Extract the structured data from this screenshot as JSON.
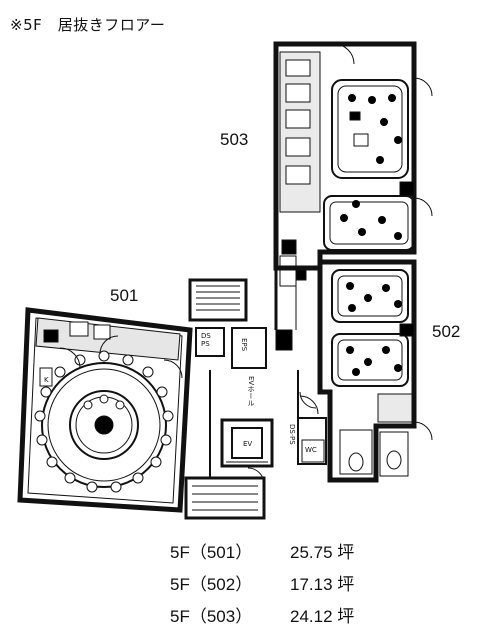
{
  "heading": "※5F　居抜きフロアー",
  "units": {
    "u501": "501",
    "u502": "502",
    "u503": "503"
  },
  "room_labels": {
    "ev": "EV",
    "ev_hall": "EVホール",
    "eps": "EPS",
    "ds_ps_left": "DS PS",
    "ds_ps_right": "DS·PS",
    "wc": "WC"
  },
  "areas": [
    {
      "code": "5F（501）",
      "size": "25.75 坪"
    },
    {
      "code": "5F（502）",
      "size": "17.13 坪"
    },
    {
      "code": "5F（503）",
      "size": "24.12 坪"
    }
  ]
}
